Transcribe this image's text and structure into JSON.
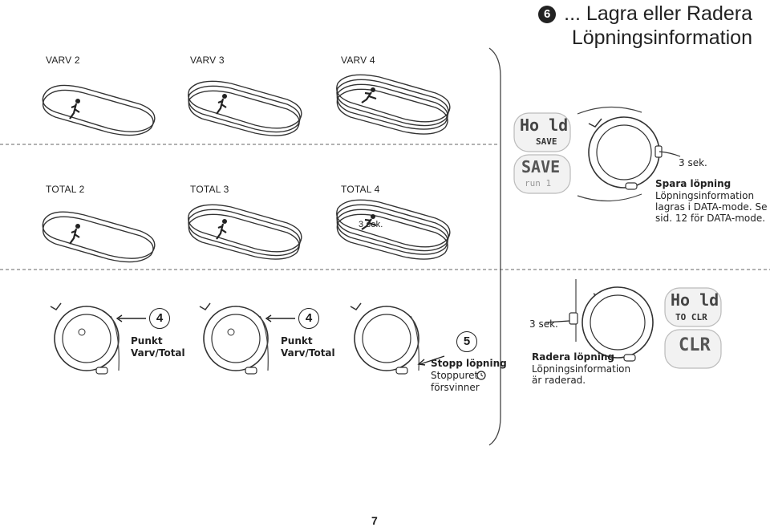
{
  "header": {
    "step": "6",
    "title_line1": "... Lagra eller Radera",
    "title_line2": "Löpningsinformation"
  },
  "laps": {
    "top": [
      "VARV 2",
      "VARV 3",
      "VARV 4"
    ],
    "bottom": [
      "TOTAL 2",
      "TOTAL 3",
      "TOTAL 4"
    ],
    "hold_time_track": "3 sek."
  },
  "save_section": {
    "hold_time": "3 sek.",
    "heading": "Spara löpning",
    "body": "Löpningsinformation lagras i DATA-mode. Se sid. 12 för DATA-mode.",
    "display_top": [
      "Ho ld",
      "SAVE"
    ],
    "display_bottom": [
      "SAVE",
      "run 1"
    ]
  },
  "lap_steps": [
    {
      "badge": "4",
      "heading": "Punkt",
      "sub": "Varv/Total"
    },
    {
      "badge": "4",
      "heading": "Punkt",
      "sub": "Varv/Total"
    }
  ],
  "stop_step": {
    "badge": "5",
    "heading": "Stopp löpning",
    "body_line1": "Stoppuret",
    "body_line2": "försvinner"
  },
  "clear_section": {
    "hold_time": "3 sek.",
    "heading": "Radera löpning",
    "body_line1": "Löpningsinformation",
    "body_line2": "är raderad.",
    "display_top": [
      "Ho ld",
      "TO CLR"
    ],
    "display_bottom": [
      "CLR"
    ]
  },
  "page_number": "7"
}
